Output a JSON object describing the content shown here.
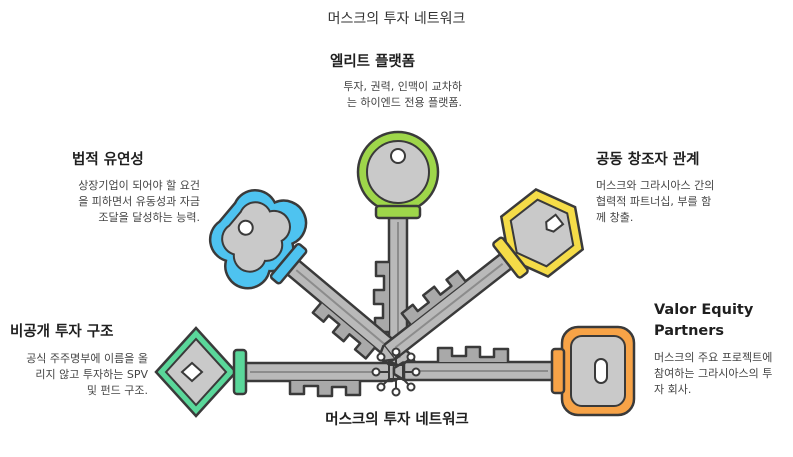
{
  "title": "머스크의 투자 네트워크",
  "center": {
    "label": "머스크의 투자 네트워크"
  },
  "items": [
    {
      "title": "엘리트 플랫폼",
      "desc": [
        "투자, 권력, 인맥이 교차하",
        "는 하이엔드 전용 플랫폼."
      ],
      "color": "#8bc53f",
      "icon": "key-icon"
    },
    {
      "title": "법적 유연성",
      "desc": [
        "상장기업이 되어야 할 요건",
        "을 피하면서 유동성과 자금",
        "조달을 달성하는 능력."
      ],
      "color": "#3fb6e8",
      "icon": "key-icon"
    },
    {
      "title": "공동 창조자 관계",
      "desc": [
        "머스크와 그라시아스 간의",
        "협력적 파트너십, 부를 함",
        "께 창출."
      ],
      "color": "#f2d33a",
      "icon": "key-icon"
    },
    {
      "title": "비공개 투자 구조",
      "desc": [
        "공식 주주명부에 이름을 올",
        "리지 않고 투자하는 SPV",
        "및 펀드 구조."
      ],
      "color": "#4fd08f",
      "icon": "key-icon"
    },
    {
      "title": [
        "Valor Equity",
        "Partners"
      ],
      "desc": [
        "머스크의 주요 프로젝트에",
        "참여하는 그라시아스의 투",
        "자 회사."
      ],
      "color": "#f49b3c",
      "icon": "key-icon"
    }
  ]
}
